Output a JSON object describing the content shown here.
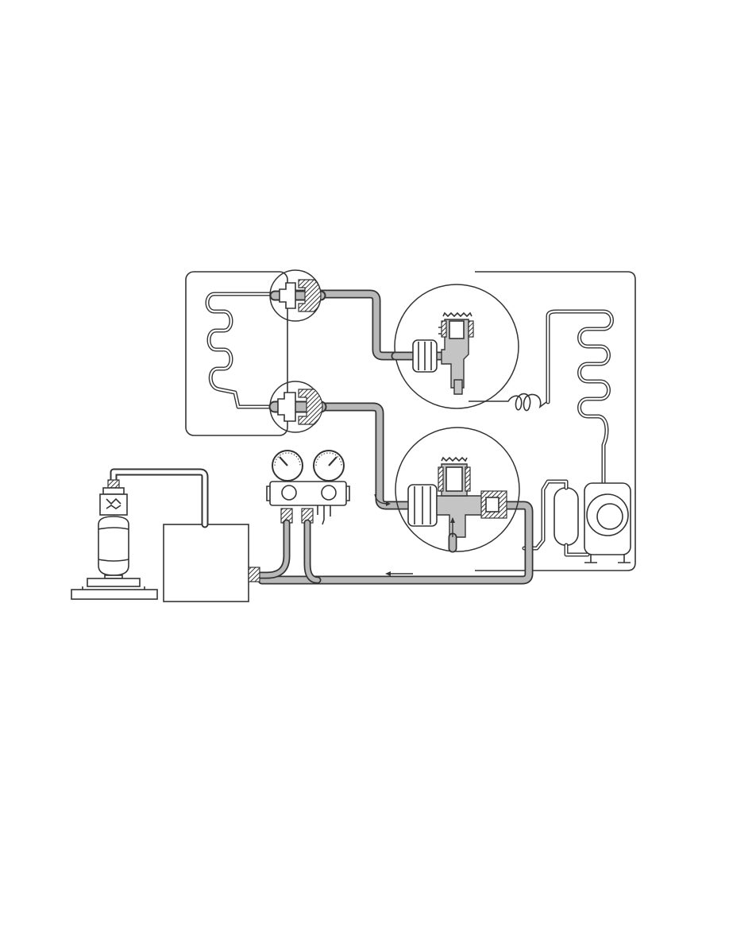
{
  "figure": {
    "description_labels": [],
    "components": {
      "indoor_unit": "indoor-unit",
      "outdoor_unit": "outdoor-unit",
      "gauge_manifold": "gauge-manifold",
      "vacuum_pump": "vacuum-pump",
      "refrigerant_cylinder": "refrigerant-cylinder",
      "scale": "scale"
    },
    "colors": {
      "line": "#333333",
      "pipe_fill": "#b8b8b8",
      "body_fill": "#c4c4c4"
    }
  }
}
